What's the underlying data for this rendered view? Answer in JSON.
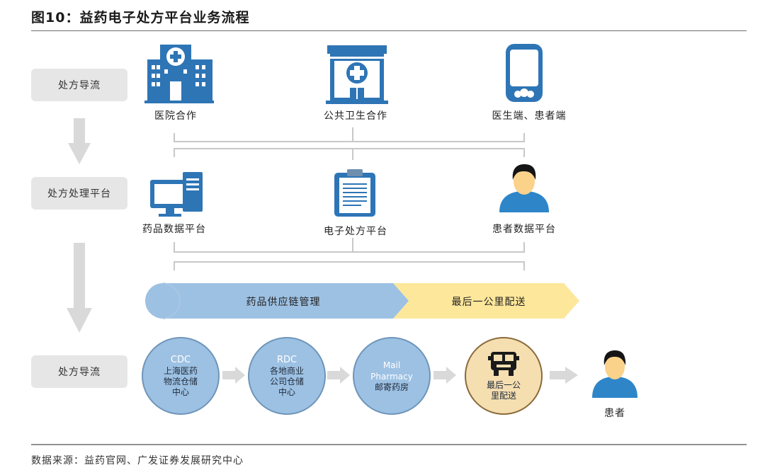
{
  "title": "图10：益药电子处方平台业务流程",
  "side_labels": [
    "处方导流",
    "处方处理平台",
    "处方导流"
  ],
  "top_row": [
    "医院合作",
    "公共卫生合作",
    "医生端、患者端"
  ],
  "mid_row": [
    "药品数据平台",
    "电子处方平台",
    "患者数据平台"
  ],
  "banner": {
    "left": "药品供应链管理",
    "right": "最后一公里配送"
  },
  "flow": [
    {
      "title": "CDC",
      "lines": [
        "上海医药",
        "物流仓储",
        "中心"
      ]
    },
    {
      "title": "RDC",
      "lines": [
        "各地商业",
        "公司仓储",
        "中心"
      ]
    },
    {
      "title": "Mail",
      "title2": "Pharmacy",
      "lines": [
        "邮寄药房"
      ]
    },
    {
      "title": "",
      "lines": [
        "最后一公",
        "里配送"
      ]
    }
  ],
  "patient_label": "患者",
  "source": "数据来源：益药官网、广发证券发展研究中心",
  "colors": {
    "icon_blue": "#2e75b6",
    "light_blue": "#9dc1e3",
    "yellow": "#fde79a",
    "gray": "#e6e6e6"
  }
}
